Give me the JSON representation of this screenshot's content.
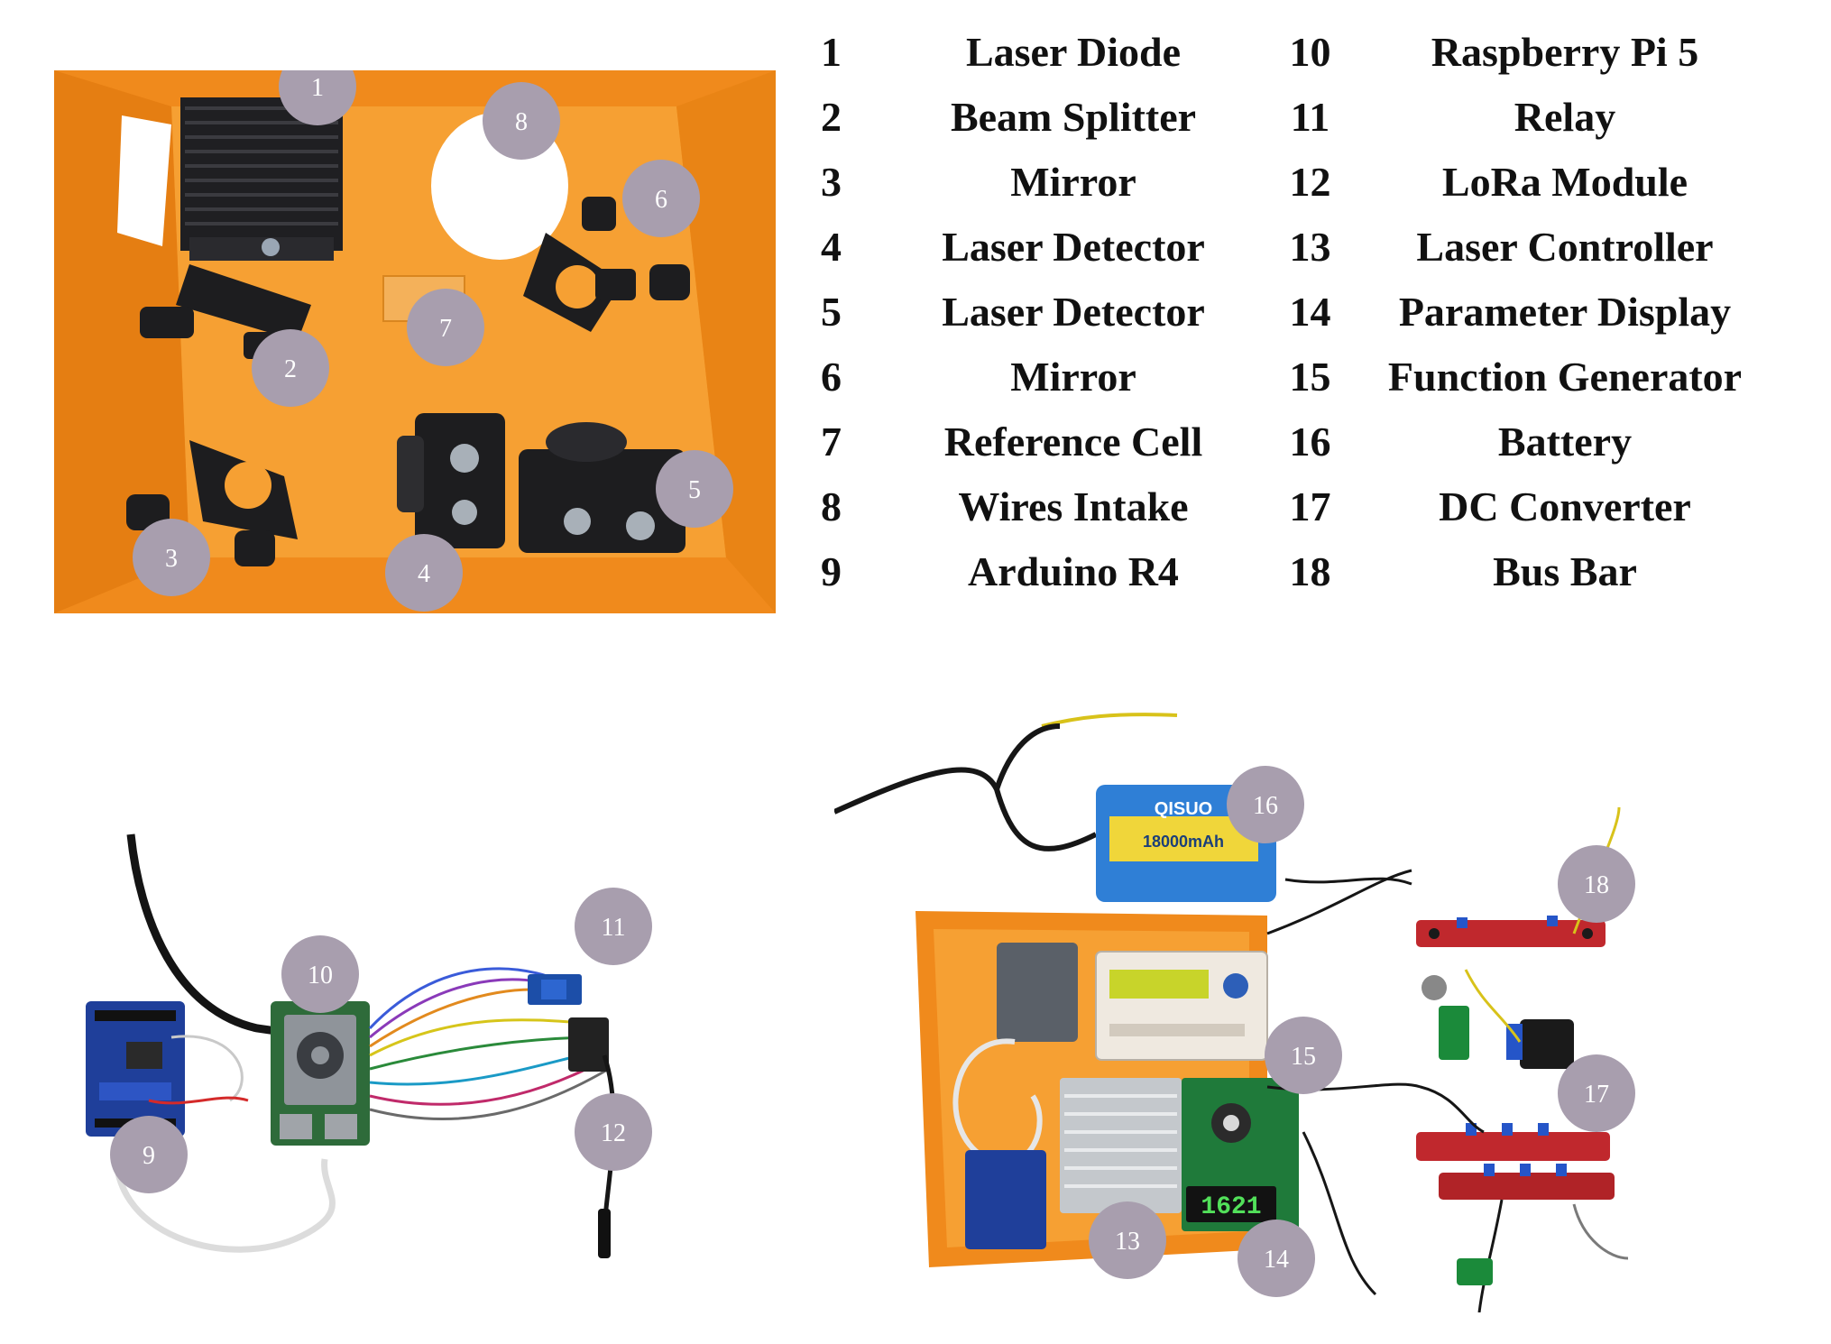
{
  "legend": [
    {
      "num": "1",
      "label": "Laser Diode"
    },
    {
      "num": "2",
      "label": "Beam Splitter"
    },
    {
      "num": "3",
      "label": "Mirror"
    },
    {
      "num": "4",
      "label": "Laser Detector"
    },
    {
      "num": "5",
      "label": "Laser Detector"
    },
    {
      "num": "6",
      "label": "Mirror"
    },
    {
      "num": "7",
      "label": "Reference Cell"
    },
    {
      "num": "8",
      "label": "Wires Intake"
    },
    {
      "num": "9",
      "label": "Arduino R4"
    },
    {
      "num": "10",
      "label": "Raspberry Pi 5"
    },
    {
      "num": "11",
      "label": "Relay"
    },
    {
      "num": "12",
      "label": "LoRa Module"
    },
    {
      "num": "13",
      "label": "Laser Controller"
    },
    {
      "num": "14",
      "label": "Parameter Display"
    },
    {
      "num": "15",
      "label": "Function Generator"
    },
    {
      "num": "16",
      "label": "Battery"
    },
    {
      "num": "17",
      "label": "DC Converter"
    },
    {
      "num": "18",
      "label": "Bus Bar"
    }
  ],
  "callouts": {
    "c1": "1",
    "c2": "2",
    "c3": "3",
    "c4": "4",
    "c5": "5",
    "c6": "6",
    "c7": "7",
    "c8": "8",
    "c9": "9",
    "c10": "10",
    "c11": "11",
    "c12": "12",
    "c13": "13",
    "c14": "14",
    "c15": "15",
    "c16": "16",
    "c17": "17",
    "c18": "18"
  },
  "device_text": {
    "battery_brand": "QISUO",
    "battery_capacity": "18000mAh",
    "display_reading": "1621"
  },
  "colors": {
    "enclosure_orange": "#f08a1c",
    "callout_fill": "#a89eae",
    "mount_black": "#1d1d1f",
    "busbar_red": "#c0282d",
    "battery_blue": "#2f7fd6",
    "pcb_green": "#1f7a3a",
    "arduino_blue": "#1f3f9a"
  }
}
